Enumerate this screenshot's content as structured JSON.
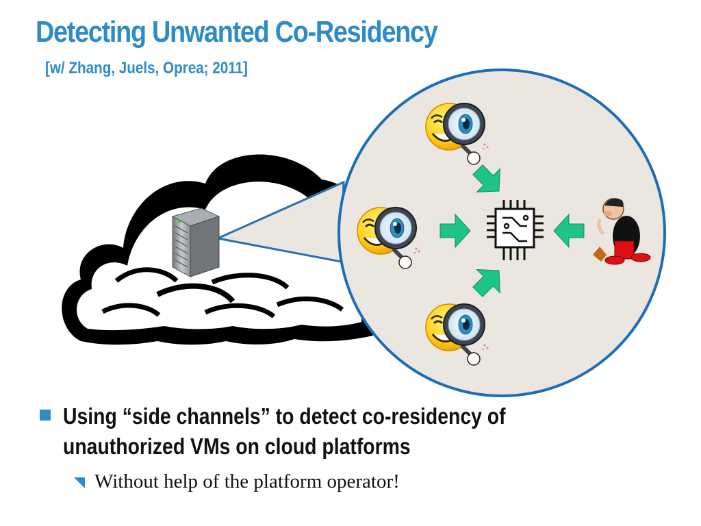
{
  "slide": {
    "title": "Detecting Unwanted Co-Residency",
    "subtitle": "[w/ Zhang, Juels, Oprea; 2011]",
    "bullets": [
      {
        "line1": "Using “side channels” to detect co-residency of",
        "line2": "unauthorized VMs on cloud platforms"
      }
    ],
    "sub_bullets": [
      {
        "text": "Without help of the platform operator!"
      }
    ]
  },
  "colors": {
    "accent": "#2e8bc8",
    "zoom_fill": "#ebe7e0",
    "arrow_green": "#1fc488",
    "smiley_yellow": "#f5b800"
  },
  "icons": [
    "cloud-icon",
    "server-icon",
    "smiley-spy-icon",
    "magnifier-icon",
    "chip-icon",
    "arrow-icon",
    "villain-icon"
  ]
}
